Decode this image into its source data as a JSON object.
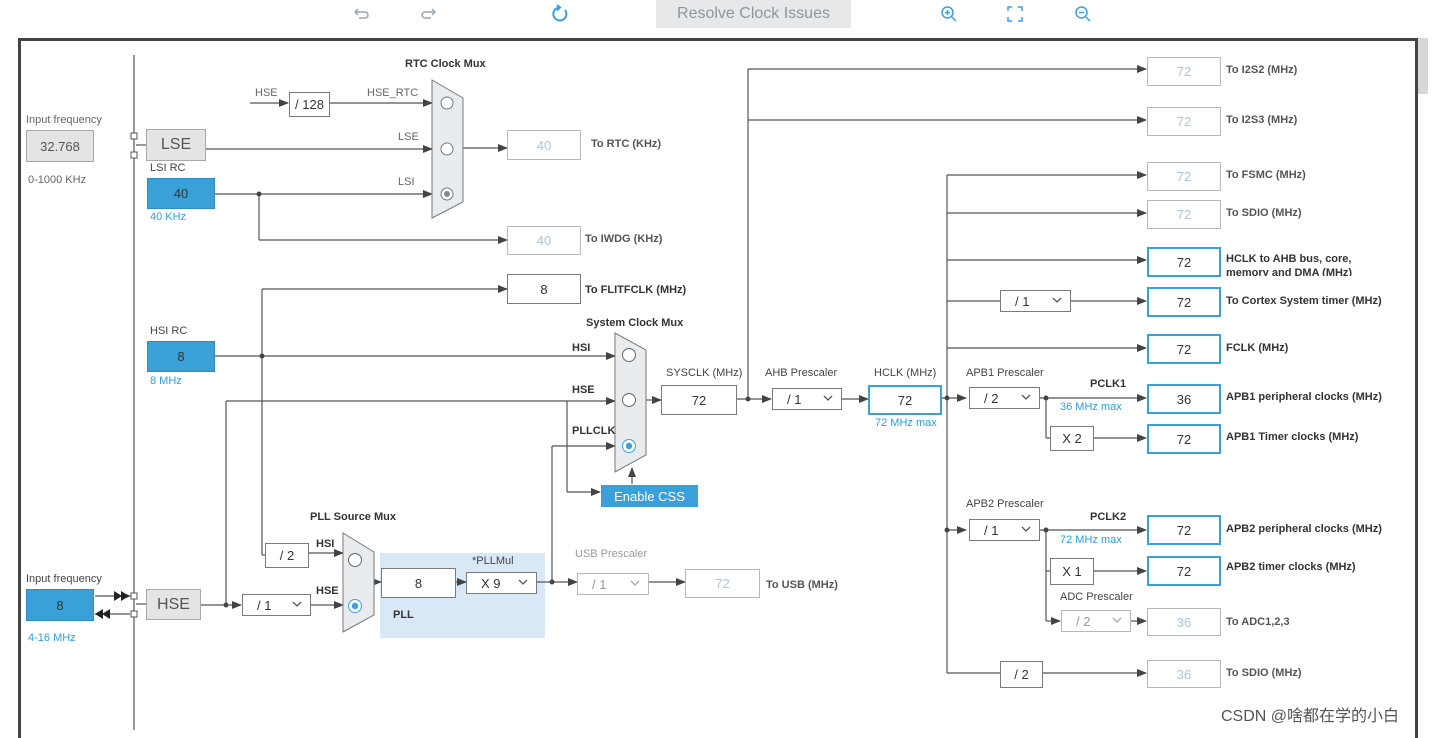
{
  "toolbar": {
    "undo_icon": "undo-icon",
    "redo_icon": "redo-icon",
    "refresh_icon": "refresh-icon",
    "resolve_label": "Resolve Clock Issues",
    "zoom_in_icon": "zoom-in-icon",
    "fit_icon": "fit-icon",
    "zoom_out_icon": "zoom-out-icon"
  },
  "lse": {
    "input_freq_label": "Input frequency",
    "input_value": "32.768",
    "range": "0-1000 KHz",
    "block_label": "LSE"
  },
  "lsi": {
    "title": "LSI RC",
    "value": "40",
    "unit": "40 KHz"
  },
  "rtc_mux": {
    "title": "RTC Clock Mux",
    "in_hse": "HSE",
    "div": "/ 128",
    "in_hse_rtc": "HSE_RTC",
    "in_lse": "LSE",
    "in_lsi": "LSI",
    "out_value": "40",
    "out_label": "To RTC (KHz)"
  },
  "iwdg": {
    "value": "40",
    "label": "To IWDG (KHz)"
  },
  "flitf": {
    "value": "8",
    "label": "To FLITFCLK (MHz)"
  },
  "hsi": {
    "title": "HSI RC",
    "value": "8",
    "unit": "8 MHz"
  },
  "sys_mux": {
    "title": "System Clock Mux",
    "in_hsi": "HSI",
    "in_hse": "HSE",
    "in_pll": "PLLCLK",
    "enable_css": "Enable CSS"
  },
  "sysclk": {
    "label": "SYSCLK (MHz)",
    "value": "72"
  },
  "ahb": {
    "label": "AHB Prescaler",
    "value": "/ 1"
  },
  "hclk": {
    "label": "HCLK (MHz)",
    "value": "72",
    "max": "72 MHz max"
  },
  "apb1": {
    "label": "APB1 Prescaler",
    "value": "/ 2",
    "pclk": "PCLK1",
    "max": "36 MHz max",
    "timer_mult": "X 2"
  },
  "apb2": {
    "label": "APB2 Prescaler",
    "value": "/ 1",
    "pclk": "PCLK2",
    "max": "72 MHz max",
    "timer_mult": "X 1"
  },
  "adc": {
    "label": "ADC Prescaler",
    "value": "/ 2"
  },
  "hse": {
    "input_freq_label": "Input frequency",
    "input_value": "8",
    "range": "4-16 MHz",
    "block_label": "HSE",
    "prediv": "/ 1"
  },
  "pll_src": {
    "title": "PLL Source Mux",
    "div_hsi": "/ 2",
    "in_hsi": "HSI",
    "in_hse": "HSE"
  },
  "pll": {
    "label": "PLL",
    "value": "8",
    "mul_label": "*PLLMul",
    "mul": "X 9"
  },
  "usb": {
    "label": "USB Prescaler",
    "value": "/ 1",
    "out_value": "72",
    "out_label": "To USB (MHz)"
  },
  "outputs": {
    "i2s2": {
      "value": "72",
      "label": "To I2S2 (MHz)"
    },
    "i2s3": {
      "value": "72",
      "label": "To I2S3 (MHz)"
    },
    "fsmc": {
      "value": "72",
      "label": "To FSMC (MHz)"
    },
    "sdio1": {
      "value": "72",
      "label": "To SDIO (MHz)"
    },
    "hclk_ahb": {
      "value": "72",
      "label": "HCLK to AHB bus, core, memory and DMA (MHz)"
    },
    "cortex": {
      "div": "/ 1",
      "value": "72",
      "label": "To Cortex System timer (MHz)"
    },
    "fclk": {
      "value": "72",
      "label": "FCLK (MHz)"
    },
    "apb1_periph": {
      "value": "36",
      "label": "APB1 peripheral clocks (MHz)"
    },
    "apb1_timer": {
      "value": "72",
      "label": "APB1 Timer clocks (MHz)"
    },
    "apb2_periph": {
      "value": "72",
      "label": "APB2 peripheral clocks (MHz)"
    },
    "apb2_timer": {
      "value": "72",
      "label": "APB2 timer clocks (MHz)"
    },
    "adc": {
      "value": "36",
      "label": "To ADC1,2,3"
    },
    "sdio2": {
      "div": "/ 2",
      "value": "36",
      "label": "To SDIO (MHz)"
    }
  },
  "watermark": "CSDN @啥都在学的小白",
  "colors": {
    "accent": "#3aa0d8",
    "wire": "#555555",
    "mux": "#e8ecef"
  }
}
